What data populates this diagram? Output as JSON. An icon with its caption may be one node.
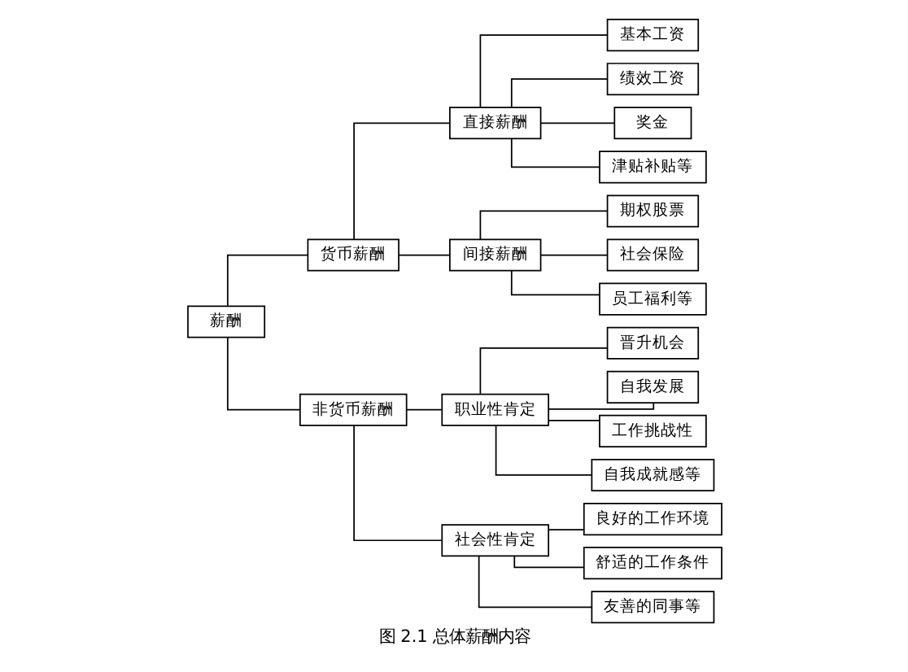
{
  "diagram": {
    "caption": "图 2.1 总体薪酬内容",
    "nodes": [
      {
        "text": [
          "薪酬"
        ]
      },
      {
        "text": [
          "货币薪酬"
        ]
      },
      {
        "text": [
          "直接薪酬"
        ]
      },
      {
        "text": [
          "基本工资"
        ]
      },
      {
        "text": [
          "绩效工资"
        ]
      },
      {
        "text": [
          "奖金"
        ]
      },
      {
        "text": [
          "津贴补贴等"
        ]
      },
      {
        "text": [
          "间接薪酬"
        ]
      },
      {
        "text": [
          "期权股票"
        ]
      },
      {
        "text": [
          "社会保险"
        ]
      },
      {
        "text": [
          "员工福利等"
        ]
      },
      {
        "text": [
          "非货币薪酬"
        ]
      },
      {
        "text": [
          "职业性肯定"
        ]
      },
      {
        "text": [
          "晋升机会"
        ]
      },
      {
        "text": [
          "自我发展"
        ]
      },
      {
        "text": [
          "工作挑战性"
        ]
      },
      {
        "text": [
          "自我成就感等"
        ]
      },
      {
        "text": [
          "社会性肯定"
        ]
      },
      {
        "text": [
          "良好的工作环境"
        ]
      },
      {
        "text": [
          "舒适的工作条件"
        ]
      },
      {
        "text": [
          "友善的同事等"
        ]
      }
    ],
    "edges": [
      {
        "from": 0,
        "to": 1,
        "arrow": "none"
      },
      {
        "from": 1,
        "to": 2,
        "arrow": "none"
      },
      {
        "from": 2,
        "to": 3,
        "arrow": "none"
      },
      {
        "from": 2,
        "to": 4,
        "arrow": "none"
      },
      {
        "from": 2,
        "to": 5,
        "arrow": "none"
      },
      {
        "from": 2,
        "to": 6,
        "arrow": "none"
      },
      {
        "from": 1,
        "to": 7,
        "arrow": "none"
      },
      {
        "from": 7,
        "to": 8,
        "arrow": "none"
      },
      {
        "from": 7,
        "to": 9,
        "arrow": "none"
      },
      {
        "from": 7,
        "to": 10,
        "arrow": "none"
      },
      {
        "from": 0,
        "to": 11,
        "arrow": "none"
      },
      {
        "from": 11,
        "to": 12,
        "arrow": "none"
      },
      {
        "from": 12,
        "to": 13,
        "arrow": "none"
      },
      {
        "from": 12,
        "to": 14,
        "arrow": "none"
      },
      {
        "from": 12,
        "to": 15,
        "arrow": "none"
      },
      {
        "from": 12,
        "to": 16,
        "arrow": "none"
      },
      {
        "from": 11,
        "to": 17,
        "arrow": "none"
      },
      {
        "from": 17,
        "to": 18,
        "arrow": "none"
      },
      {
        "from": 17,
        "to": 19,
        "arrow": "none"
      },
      {
        "from": 17,
        "to": 20,
        "arrow": "none"
      }
    ]
  }
}
